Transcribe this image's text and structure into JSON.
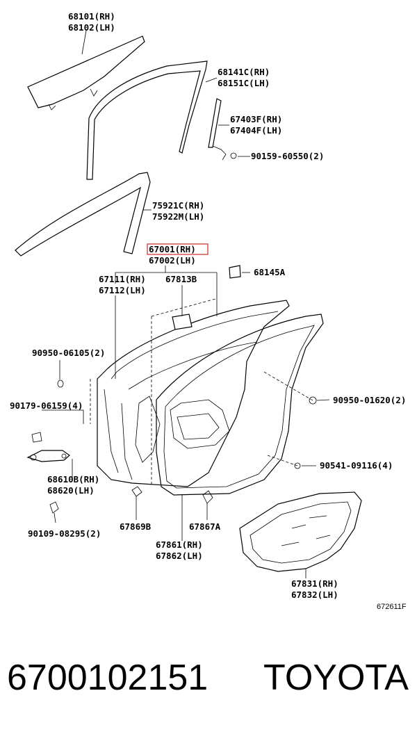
{
  "labels": {
    "l68101": "68101(RH)",
    "l68102": "68102(LH)",
    "l68141c": "68141C(RH)",
    "l68151c": "68151C(LH)",
    "l67403f": "67403F(RH)",
    "l67404f": "67404F(LH)",
    "l90159": "90159-60550(2)",
    "l75921c": "75921C(RH)",
    "l75922m": "75922M(LH)",
    "l67001": "67001(RH)",
    "l67002": "67002(LH)",
    "l68145a": "68145A",
    "l67111": "67111(RH)",
    "l67112": "67112(LH)",
    "l67813b": "67813B",
    "l90950a": "90950-06105(2)",
    "l90179": "90179-06159(4)",
    "l90950b": "90950-01620(2)",
    "l68610b": "68610B(RH)",
    "l68620": "68620(LH)",
    "l90541": "90541-09116(4)",
    "l90109": "90109-08295(2)",
    "l67869b": "67869B",
    "l67867a": "67867A",
    "l67861": "67861(RH)",
    "l67862": "67862(LH)",
    "l67831": "67831(RH)",
    "l67832": "67832(LH)",
    "code": "672611F"
  },
  "highlight_color": "#d9534f",
  "footer": {
    "part_number": "6700102151",
    "brand": "TOYOTA"
  }
}
